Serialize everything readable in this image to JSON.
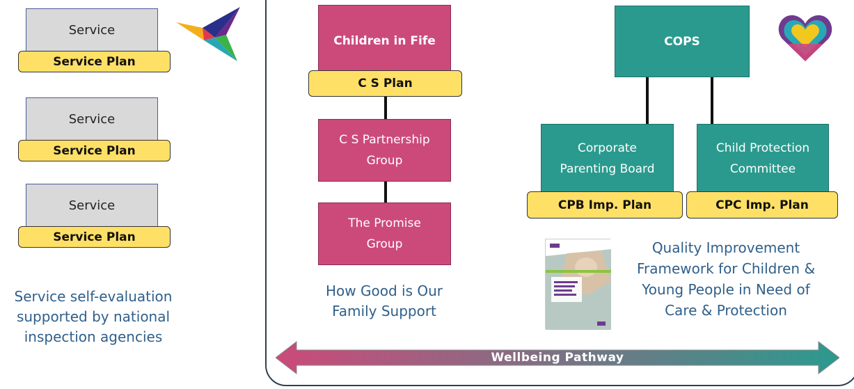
{
  "services": [
    {
      "service_label": "Service",
      "plan_label": "Service Plan"
    },
    {
      "service_label": "Service",
      "plan_label": "Service Plan"
    },
    {
      "service_label": "Service",
      "plan_label": "Service Plan"
    }
  ],
  "left_caption": [
    "Service self-evaluation",
    "supported by national",
    "inspection agencies"
  ],
  "children_services": {
    "top_box": "Children in Fife",
    "top_plan": "C S Plan",
    "partnership_group": [
      "C S Partnership",
      "Group"
    ],
    "promise_group": [
      "The Promise",
      "Group"
    ],
    "caption": [
      "How Good is Our",
      "Family Support"
    ]
  },
  "cops": {
    "top_box": "COPS",
    "left_box": [
      "Corporate",
      "Parenting Board"
    ],
    "left_plan": "CPB Imp. Plan",
    "right_box": [
      "Child Protection",
      "Committee"
    ],
    "right_plan": "CPC Imp. Plan",
    "caption": [
      "Quality Improvement",
      "Framework for Children &",
      "Young People in Need of",
      "Care & Protection"
    ]
  },
  "pathway_label": "Wellbeing Pathway",
  "icons": {
    "bird": "bird-logo-icon",
    "heart": "heart-logo-icon",
    "document": "report-cover-icon"
  },
  "colors": {
    "pink": "#cc4a7a",
    "teal": "#2b9a8e",
    "plan_yellow": "#ffe066",
    "service_grey": "#d9d9d9",
    "caption_blue": "#2f5f8a"
  }
}
